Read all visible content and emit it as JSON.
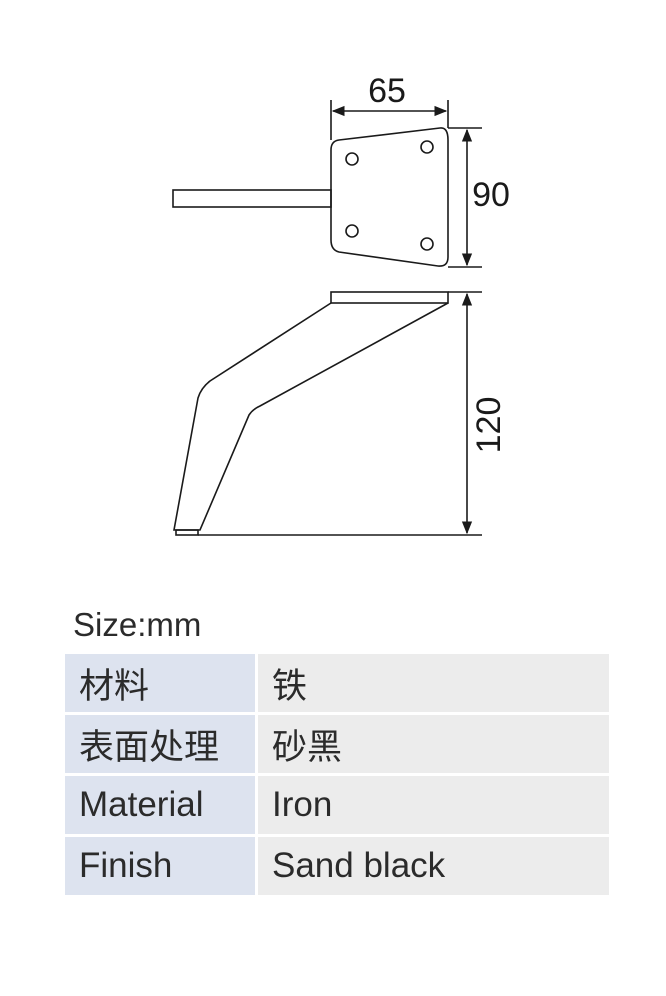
{
  "dimensions": {
    "width": "65",
    "depth": "90",
    "height": "120"
  },
  "size_unit": "Size:mm",
  "spec_table": [
    {
      "key": "材料",
      "value": "铁"
    },
    {
      "key": "表面处理",
      "value": "砂黑"
    },
    {
      "key": "Material",
      "value": "Iron"
    },
    {
      "key": "Finish",
      "value": "Sand black"
    }
  ],
  "colors": {
    "line": "#1a1a1a",
    "key_cell": "#dde3ef",
    "value_cell": "#ececec"
  }
}
